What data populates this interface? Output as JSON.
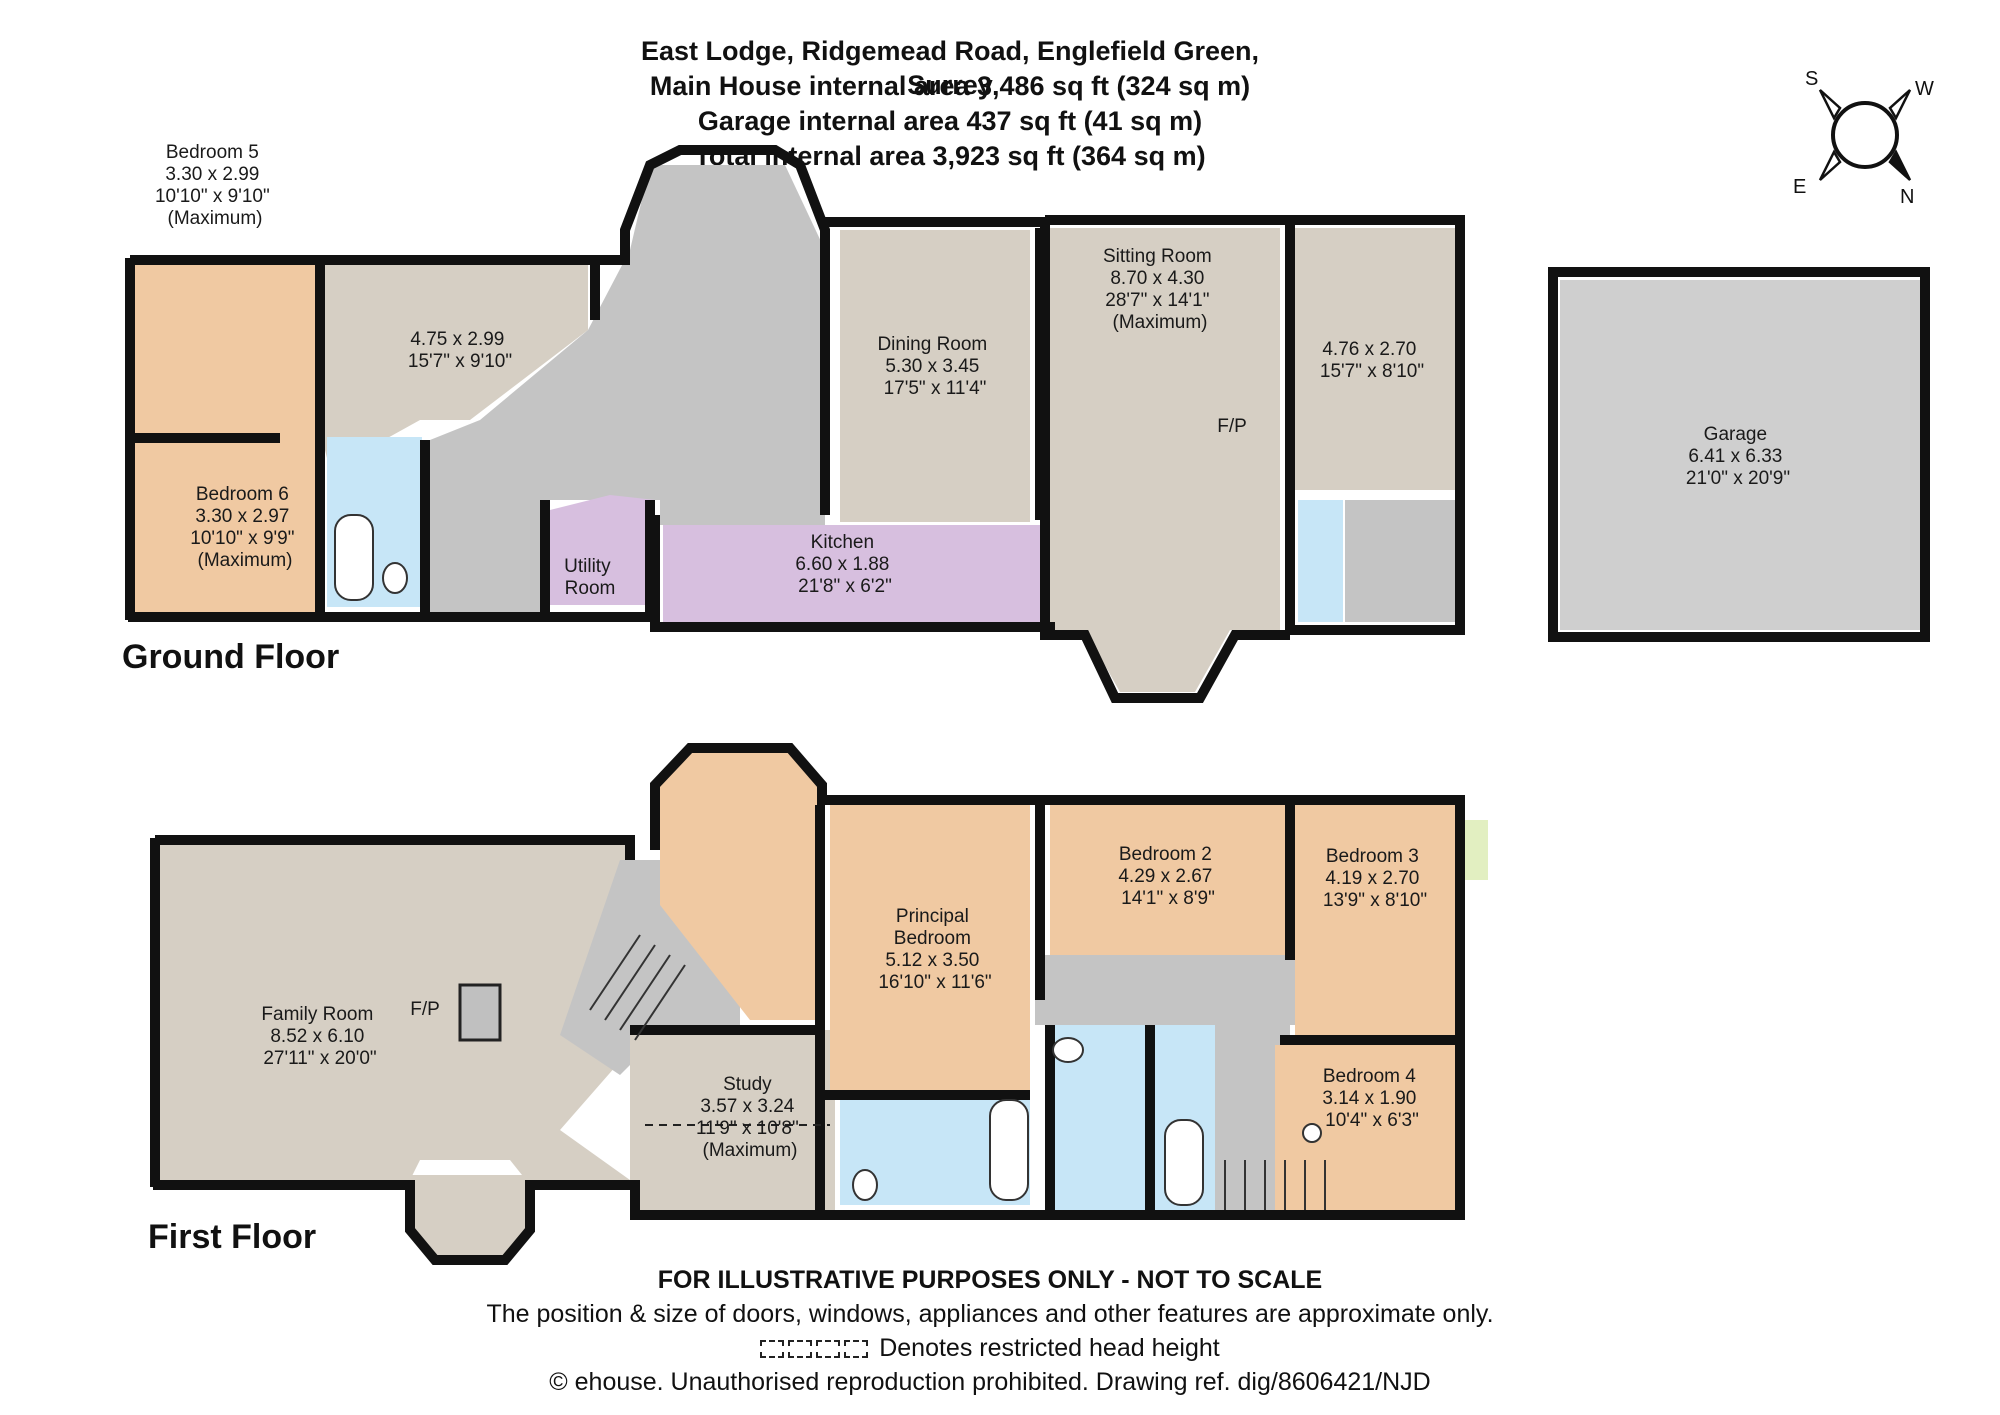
{
  "header": {
    "address": "East Lodge, Ridgemead Road, Englefield Green, Surrey",
    "main_house_area": "Main House internal area 3,486 sq ft (324 sq m)",
    "garage_area": "Garage internal area 437 sq ft (41 sq m)",
    "total_area": "Total internal area 3,923 sq ft (364 sq m)"
  },
  "floors": {
    "ground": "Ground Floor",
    "first": "First Floor"
  },
  "compass": {
    "s": "S",
    "w": "W",
    "e": "E",
    "n": "N"
  },
  "colors": {
    "wall": "#111111",
    "beige": "#d6cfc4",
    "hall": "#c4c4c4",
    "bedroom": "#f0c9a2",
    "bathroom": "#c7e6f7",
    "kitchen": "#d7bfdf",
    "garage": "#cfcfcf",
    "balcony": "#e2efc1"
  },
  "ground_rooms": {
    "bedroom5": [
      "Bedroom 5",
      "3.30 x 2.99",
      "10'10\" x 9'10\"",
      "(Maximum)"
    ],
    "room_475": [
      "4.75 x 2.99",
      "15'7\" x 9'10\""
    ],
    "bedroom6": [
      "Bedroom 6",
      "3.30 x 2.97",
      "10'10\" x 9'9\"",
      "(Maximum)"
    ],
    "utility": [
      "Utility",
      "Room"
    ],
    "dining": [
      "Dining Room",
      "5.30 x 3.45",
      "17'5\" x 11'4\""
    ],
    "kitchen": [
      "Kitchen",
      "6.60 x 1.88",
      "21'8\" x 6'2\""
    ],
    "sitting": [
      "Sitting Room",
      "8.70 x 4.30",
      "28'7\" x 14'1\"",
      "(Maximum)"
    ],
    "fp": "F/P",
    "room_476": [
      "4.76 x 2.70",
      "15'7\" x 8'10\""
    ],
    "garage": [
      "Garage",
      "6.41 x 6.33",
      "21'0\" x 20'9\""
    ]
  },
  "first_rooms": {
    "family": [
      "Family Room",
      "8.52 x 6.10",
      "27'11\" x 20'0\""
    ],
    "fp": "F/P",
    "study": [
      "Study",
      "3.57 x 3.24",
      "11'9\" x 10'8\"",
      "(Maximum)"
    ],
    "principal": [
      "Principal",
      "Bedroom",
      "5.12 x 3.50",
      "16'10\" x 11'6\""
    ],
    "bedroom2": [
      "Bedroom 2",
      "4.29 x 2.67",
      "14'1\" x 8'9\""
    ],
    "bedroom3": [
      "Bedroom 3",
      "4.19 x 2.70",
      "13'9\" x 8'10\""
    ],
    "bedroom4": [
      "Bedroom 4",
      "3.14 x 1.90",
      "10'4\" x 6'3\""
    ]
  },
  "footer": {
    "line1": "FOR ILLUSTRATIVE PURPOSES ONLY - NOT TO SCALE",
    "line2": "The position & size of doors, windows, appliances and other features are approximate only.",
    "line3": "Denotes restricted head height",
    "line4": "© ehouse. Unauthorised reproduction prohibited. Drawing ref. dig/8606421/NJD"
  }
}
